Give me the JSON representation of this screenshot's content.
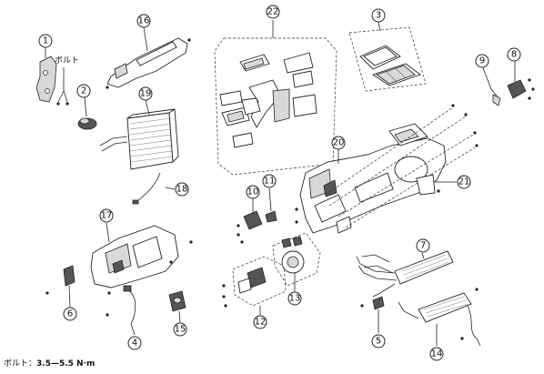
{
  "callouts": [
    "1",
    "2",
    "3",
    "4",
    "5",
    "6",
    "7",
    "8",
    "9",
    "10",
    "11",
    "12",
    "13",
    "14",
    "15",
    "16",
    "17",
    "18",
    "19",
    "20",
    "21",
    "22"
  ],
  "bolt_label": "ボルト",
  "torque_note": {
    "label": "ボルト：",
    "value": "3.5—5.5 N·m"
  }
}
